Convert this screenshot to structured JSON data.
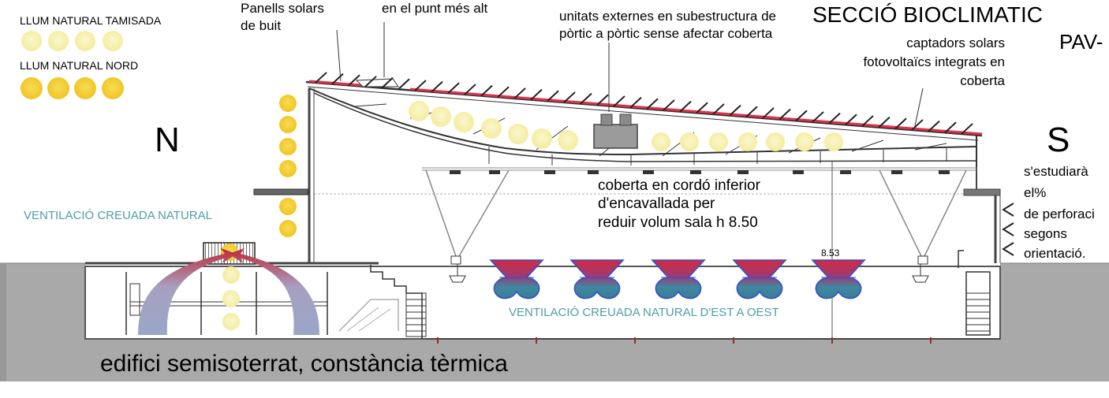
{
  "title": {
    "line1": "SECCIÓ BIOCLIMATIC",
    "line2": "PAV-"
  },
  "legend": {
    "sifted_light": "LLUM NATURAL TAMISADA",
    "north_light": "LLUM NATURAL NORD"
  },
  "orientation": {
    "north": "N",
    "south": "S"
  },
  "annotations": {
    "solar_panels_line1": "Panells solars",
    "solar_panels_line2": "de buit",
    "highest_point": "en el punt més alt",
    "external_units_line1": "unitats externes en subestructura de",
    "external_units_line2": "pòrtic a pòrtic sense afectar coberta",
    "pv_line1": "captadors solars",
    "pv_line2": "fotovoltaïcs integrats en",
    "pv_line3": "coberta",
    "roof_line1": "coberta en cordó inferior",
    "roof_line2": "d'encavallada per",
    "roof_line3": "reduir volum sala h 8.50",
    "height_mark": "8.53",
    "perf_line1": "s'estudiarà",
    "perf_line2": "el%",
    "perf_line3": "de perforaci",
    "perf_line4": "segons",
    "perf_line5": "orientació.",
    "vent_natural": "VENTILACIÓ CREUADA NATURAL",
    "vent_east_west": "VENTILACIÓ CREUADA NATURAL D'EST A OEST",
    "semi_buried": "edifici semisoterrat, constància tèrmica"
  },
  "colors": {
    "sifted_light": "#f6f0a4",
    "north_light": "#f4cd2a",
    "ground": "#a9a9a9",
    "solar_panel": "#e0304a",
    "diffuser_top": "#c5283a",
    "diffuser_bottom": "#3f88a0",
    "teal_text": "#4f9ea6"
  }
}
